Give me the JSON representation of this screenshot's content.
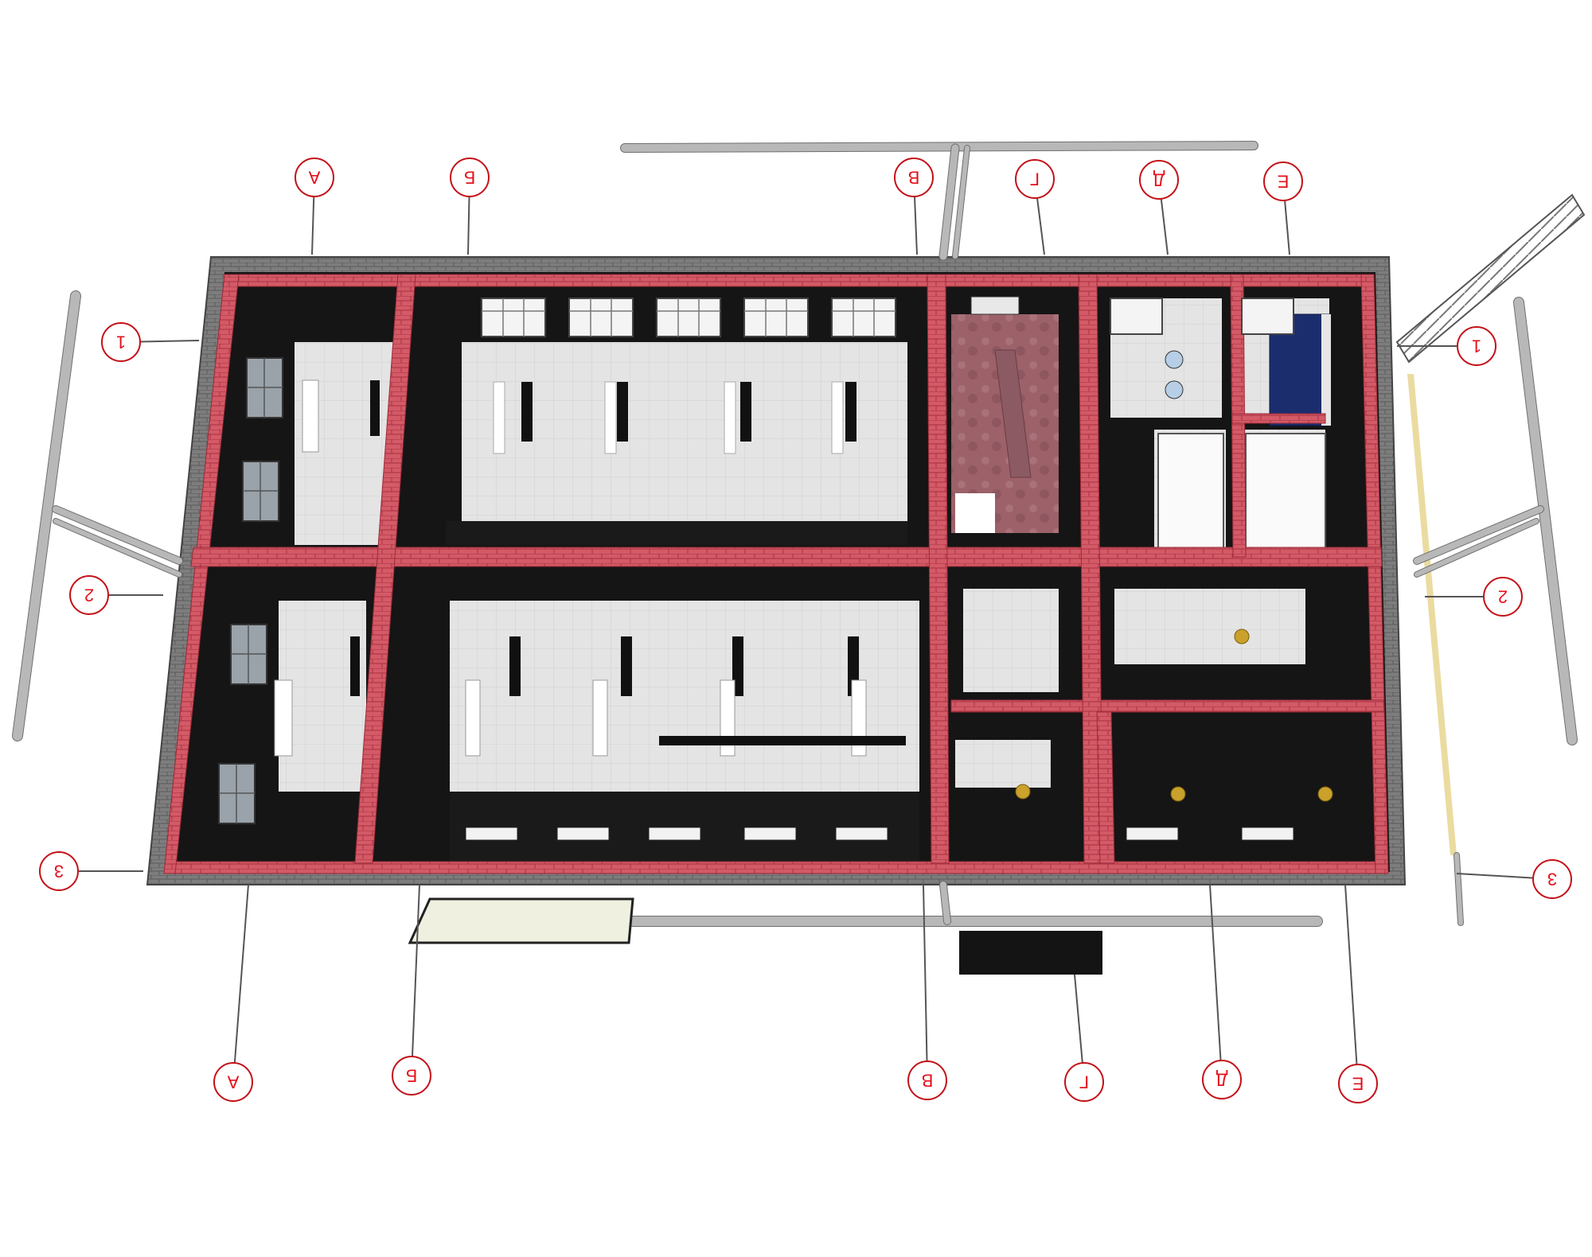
{
  "axes": {
    "top": [
      {
        "id": "A-top",
        "label": "А"
      },
      {
        "id": "B-top",
        "label": "Б"
      },
      {
        "id": "V-top",
        "label": "В"
      },
      {
        "id": "G-top",
        "label": "Г"
      },
      {
        "id": "D-top",
        "label": "Д"
      },
      {
        "id": "E-top",
        "label": "Е"
      }
    ],
    "bottom": [
      {
        "id": "A-bottom",
        "label": "А"
      },
      {
        "id": "B-bottom",
        "label": "Б"
      },
      {
        "id": "V-bottom",
        "label": "В"
      },
      {
        "id": "G-bottom",
        "label": "Г"
      },
      {
        "id": "D-bottom",
        "label": "Д"
      },
      {
        "id": "E-bottom",
        "label": "Е"
      }
    ],
    "left": [
      {
        "id": "1-left",
        "label": "1"
      },
      {
        "id": "2-left",
        "label": "2"
      },
      {
        "id": "3-left",
        "label": "3"
      }
    ],
    "right": [
      {
        "id": "1-right",
        "label": "1"
      },
      {
        "id": "2-right",
        "label": "2"
      },
      {
        "id": "3-right",
        "label": "3"
      }
    ]
  },
  "colors": {
    "outer_wall": "#7a7a7a",
    "brick": "#d0505c",
    "brick_mortar": "#b83848",
    "floor": "#e2e2e2",
    "dark_wall": "#151515",
    "stair_floor": "#a26a70",
    "pipe": "#b8b8b8",
    "axis_red": "#e4101a",
    "window_blue": "#1c2d6e",
    "facade_yellow": "#eadca0"
  }
}
